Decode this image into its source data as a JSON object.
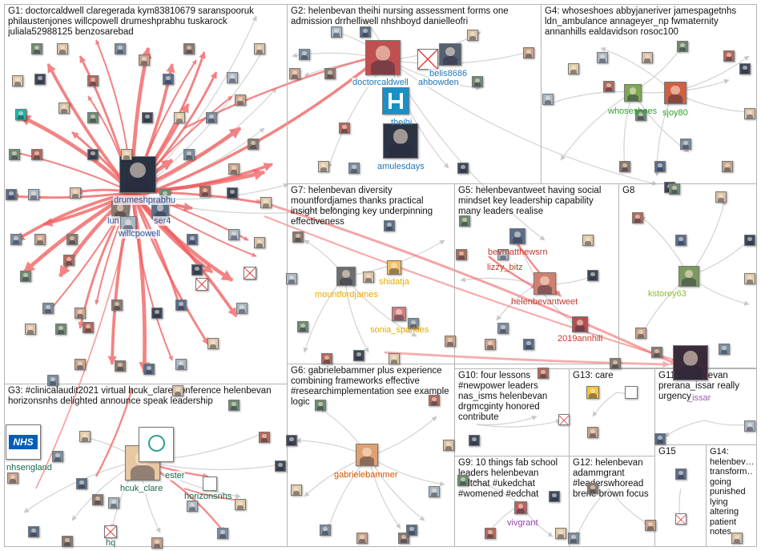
{
  "groups": [
    {
      "id": "G1",
      "text": "G1: doctorcaldwell claregerada kym83810679 saranspooruk philaustenjones willcpowell drumeshprabhu tuskarock juliala52988125 benzosarebad"
    },
    {
      "id": "G2",
      "text": "G2: helenbevan theihi nursing assessment forms one admission drrhelliwell nhshboyd danielleofri"
    },
    {
      "id": "G4",
      "text": "G4: whoseshoes abbyjaneriver jamespagetnhs ldn_ambulance annageyer_np fwmaternity annanhills ealdavidson rosoc100"
    },
    {
      "id": "G7",
      "text": "G7: helenbevan diversity mountfordjames thanks practical insight belonging key underpinning effectiveness"
    },
    {
      "id": "G5",
      "text": "G5: helenbevantweet having social mindset key leadership capability many leaders realise"
    },
    {
      "id": "G8",
      "text": "G8"
    },
    {
      "id": "G3",
      "text": "G3: #clinicalaudit2021 virtual hcuk_clare conference helenbevan horizonsnhs delighted announce speak leadership"
    },
    {
      "id": "G6",
      "text": "G6: gabrielebammer plus experience combining frameworks effective #researchimplementation see example logic"
    },
    {
      "id": "G10",
      "text": "G10: four lessons #newpower leaders nas_isms helenbevan drgmcginty honored contribute"
    },
    {
      "id": "G13",
      "text": "G13: care"
    },
    {
      "id": "G11",
      "text": "G11: helenbevan prerana_issar really urgency"
    },
    {
      "id": "G9",
      "text": "G9: 10 things fab school leaders helenbevan #sltchat #ukedchat #womened #edchat"
    },
    {
      "id": "G12",
      "text": "G12: helenbevan adammgrant #leaderswhoread brene brown focus"
    },
    {
      "id": "G15",
      "text": "G15"
    },
    {
      "id": "G14",
      "text": "G14: helenbev… transform… going punished lying altering patient notes…"
    }
  ],
  "labels": [
    {
      "id": "drumeshprabhu",
      "text": "drumeshprabhu",
      "color": "#1f4e9e"
    },
    {
      "id": "willcpowell",
      "text": "willcpowell",
      "color": "#1f4e9e"
    },
    {
      "id": "lun",
      "text": "lun",
      "color": "#1f4e9e"
    },
    {
      "id": "ser4",
      "text": "ser4",
      "color": "#1f4e9e"
    },
    {
      "id": "doctorcaldwell",
      "text": "doctorcaldwell",
      "color": "#1f77b4"
    },
    {
      "id": "belis8686",
      "text": "belis8686",
      "color": "#1f77b4"
    },
    {
      "id": "ahbowden",
      "text": "ahbowden",
      "color": "#1f77b4"
    },
    {
      "id": "theihi",
      "text": "theihi",
      "color": "#1f77b4"
    },
    {
      "id": "amulesdays",
      "text": "amulesdays",
      "color": "#1f77b4"
    },
    {
      "id": "whoseshoes",
      "text": "whoseshoes",
      "color": "#2ca02c"
    },
    {
      "id": "sjoy80",
      "text": "sjoy80",
      "color": "#2ca02c"
    },
    {
      "id": "mountfordjames",
      "text": "mountfordjames",
      "color": "#e6a800"
    },
    {
      "id": "shidatja",
      "text": "shidatja",
      "color": "#e6a800"
    },
    {
      "id": "sonia_sparkles",
      "text": "sonia_sparkles",
      "color": "#e6a800"
    },
    {
      "id": "bevmatthewsrn",
      "text": "bevmatthewsrn",
      "color": "#c0392b"
    },
    {
      "id": "lizzy_bitz",
      "text": "lizzy_bitz",
      "color": "#c0392b"
    },
    {
      "id": "helenbevantweet",
      "text": "helenbevantweet",
      "color": "#c0392b"
    },
    {
      "id": "2019annhill",
      "text": "2019annhill",
      "color": "#c0392b"
    },
    {
      "id": "kstorey63",
      "text": "kstorey63",
      "color": "#8bbf2c"
    },
    {
      "id": "nhsengland",
      "text": "nhsengland",
      "color": "#17684a"
    },
    {
      "id": "hcuk_clare",
      "text": "hcuk_clare",
      "color": "#17684a"
    },
    {
      "id": "horizonsnhs",
      "text": "horizonsnhs",
      "color": "#17684a"
    },
    {
      "id": "ester",
      "text": "ester",
      "color": "#17684a"
    },
    {
      "id": "hq",
      "text": "hq",
      "color": "#17684a"
    },
    {
      "id": "gabrielebammer",
      "text": "gabrielebammer",
      "color": "#d35400"
    },
    {
      "id": "vivgrant",
      "text": "vivgrant",
      "color": "#8e44ad"
    },
    {
      "id": "issar",
      "text": "_issar",
      "color": "#9b59b6"
    }
  ],
  "colors": {
    "red_edge": "#f05a5a",
    "gray_edge": "#c8c8c8",
    "group_border": "#b4b4b4",
    "nhs_blue": "#005eb8",
    "theihi_blue": "#1890c8"
  }
}
